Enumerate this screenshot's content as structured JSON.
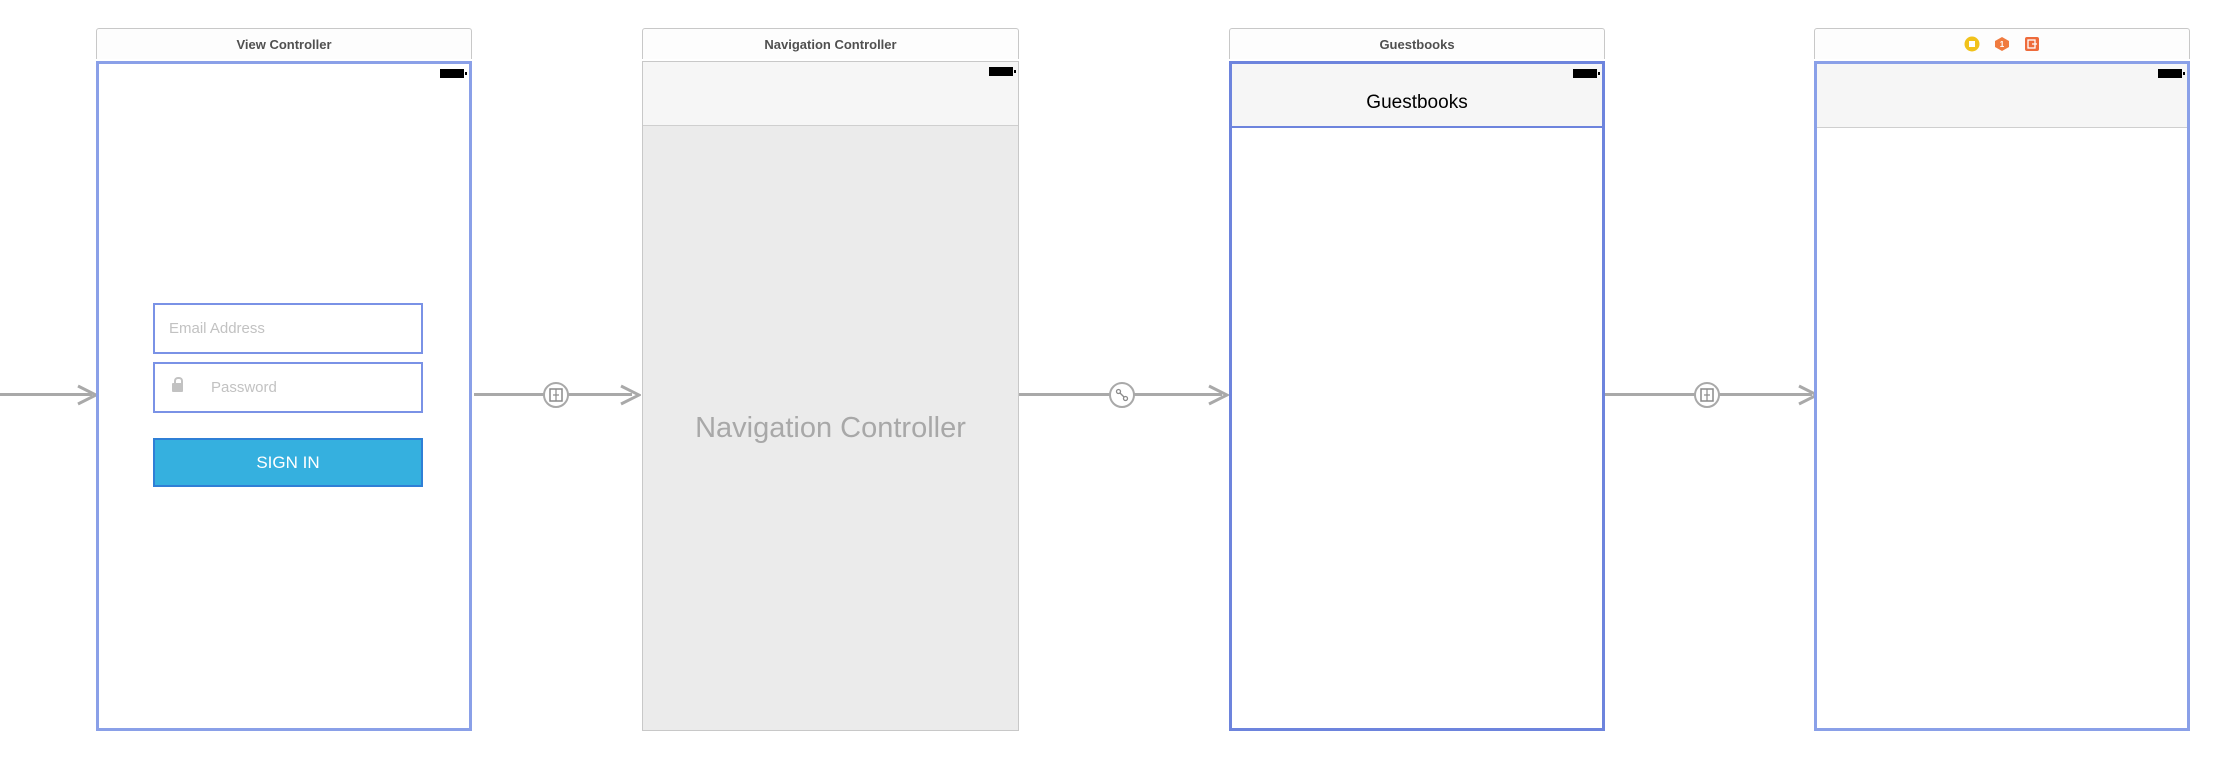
{
  "scenes": [
    {
      "title": "View Controller"
    },
    {
      "title": "Navigation Controller",
      "placeholder": "Navigation Controller"
    },
    {
      "title": "Guestbooks",
      "nav_title": "Guestbooks"
    },
    {
      "title": "",
      "dock_icons": [
        "view-controller-icon",
        "first-responder-icon",
        "exit-icon"
      ]
    }
  ],
  "login": {
    "email_placeholder": "Email Address",
    "password_placeholder": "Password",
    "signin_label": "SIGN IN"
  },
  "segues": [
    {
      "kind": "entry-point"
    },
    {
      "kind": "root-view-controller",
      "icon": "relationship-icon"
    },
    {
      "kind": "custom",
      "icon": "custom-segue-icon"
    },
    {
      "kind": "show",
      "icon": "show-segue-icon"
    }
  ],
  "colors": {
    "selection": "#8aa0e8",
    "signin_button": "#35b0df",
    "segue_line": "#a9a9a9",
    "navbar": "#f6f6f6"
  }
}
